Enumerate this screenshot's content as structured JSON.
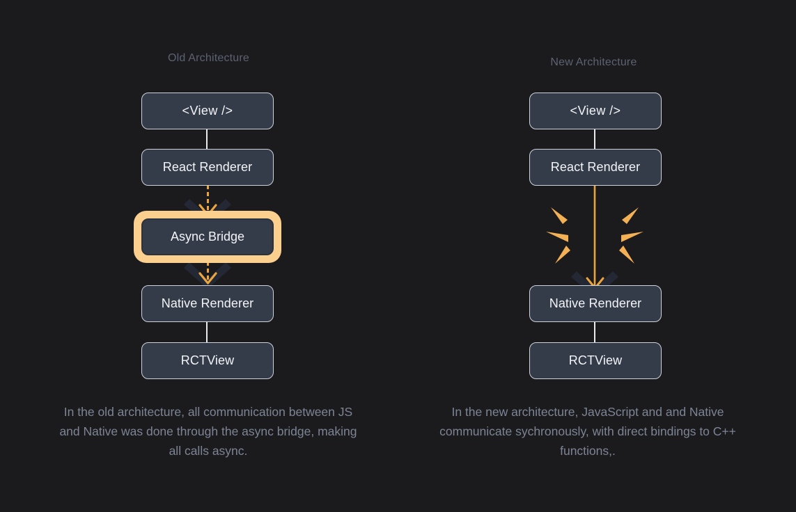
{
  "background_color": "#1b1b1e",
  "palette": {
    "node_fill": "#343b49",
    "node_border": "#cfd3da",
    "node_text": "#f2f4f7",
    "heading_text": "#5c6271",
    "caption_text": "#7d8494",
    "accent_orange": "#eba53f",
    "highlight_ring": "#fbcf8d",
    "connector_white": "#e8ebef",
    "chevron_dark": "#232834"
  },
  "columns": [
    {
      "id": "old",
      "heading": "Old Architecture",
      "nodes": [
        {
          "id": "view",
          "label": "<View />",
          "highlighted": false
        },
        {
          "id": "react-renderer",
          "label": "React Renderer",
          "highlighted": false
        },
        {
          "id": "async-bridge",
          "label": "Async Bridge",
          "highlighted": true
        },
        {
          "id": "native-renderer",
          "label": "Native Renderer",
          "highlighted": false
        },
        {
          "id": "rctview",
          "label": "RCTView",
          "highlighted": false
        }
      ],
      "connectors": [
        {
          "from": "view",
          "to": "react-renderer",
          "style": "solid-white"
        },
        {
          "from": "react-renderer",
          "to": "async-bridge",
          "style": "dashed-orange-arrow"
        },
        {
          "from": "async-bridge",
          "to": "native-renderer",
          "style": "dashed-orange-arrow"
        },
        {
          "from": "native-renderer",
          "to": "rctview",
          "style": "solid-white"
        }
      ],
      "caption": "In the old architecture, all communication between JS and Native was done through the async bridge, making all calls async."
    },
    {
      "id": "new",
      "heading": "New Architecture",
      "nodes": [
        {
          "id": "view",
          "label": "<View />",
          "highlighted": false
        },
        {
          "id": "react-renderer",
          "label": "React Renderer",
          "highlighted": false
        },
        {
          "id": "native-renderer",
          "label": "Native Renderer",
          "highlighted": false
        },
        {
          "id": "rctview",
          "label": "RCTView",
          "highlighted": false
        }
      ],
      "connectors": [
        {
          "from": "view",
          "to": "react-renderer",
          "style": "solid-white"
        },
        {
          "from": "react-renderer",
          "to": "native-renderer",
          "style": "solid-orange-arrow"
        },
        {
          "from": "native-renderer",
          "to": "rctview",
          "style": "solid-white"
        }
      ],
      "decorations": [
        {
          "id": "spark-burst",
          "name": "spark-burst",
          "rays": 6,
          "color": "#eba53f"
        }
      ],
      "caption": "In the new architecture, JavaScript and and Native communicate sychronously, with direct bindings to C++ functions,."
    }
  ]
}
